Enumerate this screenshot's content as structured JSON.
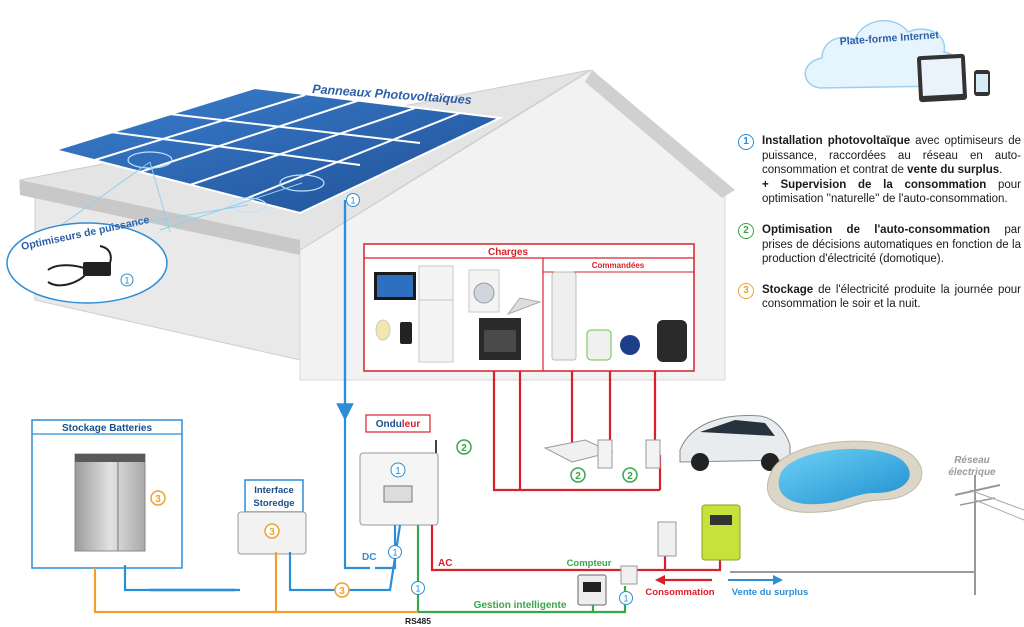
{
  "diagram": {
    "panels_title": "Panneaux Photovoltaïques",
    "optimiseurs_label": "Optimiseurs de puissance",
    "cloud_label": "Plate-forme Internet",
    "charges_title": "Charges",
    "commandees_title": "Commandées",
    "stockage_title": "Stockage Batteries",
    "interface_line1": "Interface",
    "interface_line2": "Storedge",
    "onduleur_part1": "Ondu",
    "onduleur_part2": "leur",
    "reseau_line1": "Réseau",
    "reseau_line2": "électrique",
    "dc_label": "DC",
    "ac_label": "AC",
    "compteur_label": "Compteur",
    "consommation_label": "Consommation",
    "vente_label": "Vente du surplus",
    "gestion_label": "Gestion intelligente",
    "rs485_label": "RS485",
    "num_1": "1",
    "num_2": "2",
    "num_3": "3"
  },
  "legend": {
    "item1": {
      "num": "1",
      "bold1": "Installation photovoltaïque",
      "text1": " avec optimiseurs de puissance, raccordées au réseau en auto-consommation et contrat de ",
      "bold2": "vente du surplus",
      "text2": ".",
      "bold3": "+ Supervision de la consommation",
      "text3": " pour optimisation ''naturelle'' de l'auto-consommation."
    },
    "item2": {
      "num": "2",
      "bold1": "Optimisation de l'auto-consommation",
      "text1": " par prises de décisions automatiques en fonction de la production d'électricité (domotique)."
    },
    "item3": {
      "num": "3",
      "bold1": "Stockage",
      "text1": " de l'électricité produite la journée pour consommation le soir et la nuit."
    }
  },
  "colors": {
    "dc_blue": "#2b8ed6",
    "ac_red": "#d9202a",
    "gestion_green": "#3aa64a",
    "rs485_orange": "#f0a030",
    "panel_blue": "#2d6db5"
  }
}
